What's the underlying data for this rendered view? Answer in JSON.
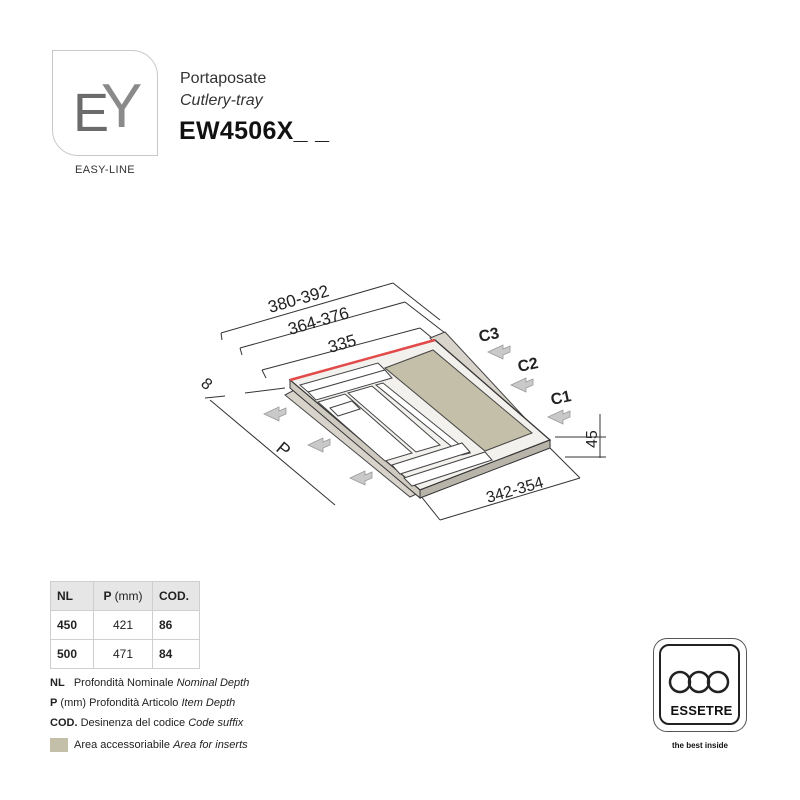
{
  "logo": {
    "mark": "EY",
    "caption": "EASY-LINE"
  },
  "header": {
    "title_it": "Portaposate",
    "title_en": "Cutlery-tray",
    "product_code": "EW4506X_ _"
  },
  "drawing": {
    "dim_outer_width": "380-392",
    "dim_mid_width": "364-376",
    "dim_inner_width": "335",
    "dim_depth_range": "342-354",
    "dim_height": "45",
    "dim_side": "8",
    "label_depth": "P",
    "label_c1": "C1",
    "label_c2": "C2",
    "label_c3": "C3",
    "colors": {
      "insert_area": "#c4bfa8",
      "highlight": "#e24a4a",
      "line": "#333333"
    }
  },
  "table": {
    "headers": [
      "NL",
      "P (mm)",
      "COD."
    ],
    "header_p_unit": "(mm)",
    "rows": [
      {
        "nl": "450",
        "p": "421",
        "cod": "86"
      },
      {
        "nl": "500",
        "p": "471",
        "cod": "84"
      }
    ]
  },
  "legend": {
    "nl_key": "NL",
    "nl_it": "Profondità Nominale",
    "nl_en": "Nominal Depth",
    "p_key": "P",
    "p_unit": "(mm)",
    "p_it": "Profondità Articolo",
    "p_en": "Item Depth",
    "cod_key": "COD.",
    "cod_it": "Desinenza del codice",
    "cod_en": "Code suffix",
    "area_it": "Area accessoriabile",
    "area_en": "Area for inserts",
    "area_color": "#c4bfa8"
  },
  "brand": {
    "name": "ESSETRE",
    "tagline": "the best inside"
  }
}
